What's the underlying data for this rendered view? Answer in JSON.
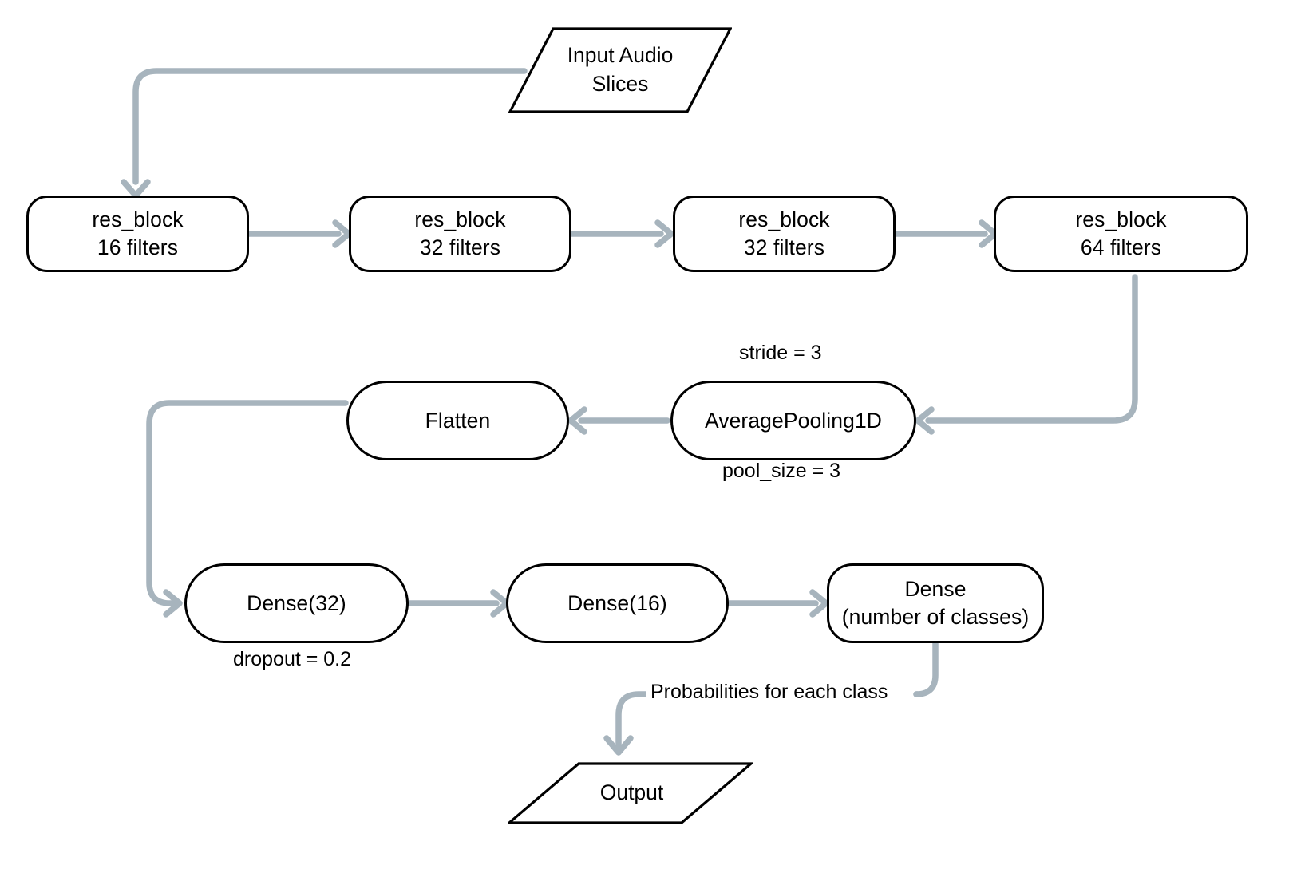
{
  "diagram": {
    "title": "Neural network architecture flowchart",
    "colors": {
      "connector": "#a7b4bd",
      "node_border": "#000000",
      "text": "#000000",
      "background": "#ffffff"
    },
    "nodes": {
      "input": {
        "name": "Input Audio Slices",
        "line1": "Input Audio",
        "line2": "Slices",
        "shape": "parallelogram"
      },
      "res_block_1": {
        "line1": "res_block",
        "line2": "16 filters",
        "shape": "rounded-rect"
      },
      "res_block_2": {
        "line1": "res_block",
        "line2": "32 filters",
        "shape": "rounded-rect"
      },
      "res_block_3": {
        "line1": "res_block",
        "line2": "32 filters",
        "shape": "rounded-rect"
      },
      "res_block_4": {
        "line1": "res_block",
        "line2": "64 filters",
        "shape": "rounded-rect"
      },
      "avg_pool": {
        "line1": "AveragePooling1D",
        "shape": "rounded-rect"
      },
      "flatten": {
        "line1": "Flatten",
        "shape": "rounded-rect"
      },
      "dense_32": {
        "line1": "Dense(32)",
        "shape": "rounded-rect"
      },
      "dense_16": {
        "line1": "Dense(16)",
        "shape": "rounded-rect"
      },
      "dense_classes": {
        "line1": "Dense",
        "line2": "(number of classes)",
        "shape": "rounded-rect"
      },
      "output": {
        "line1": "Output",
        "shape": "parallelogram"
      }
    },
    "edge_labels": {
      "stride": "stride = 3",
      "pool_size": "pool_size = 3",
      "dropout": "dropout = 0.2",
      "probabilities": "Probabilities for each class"
    }
  }
}
